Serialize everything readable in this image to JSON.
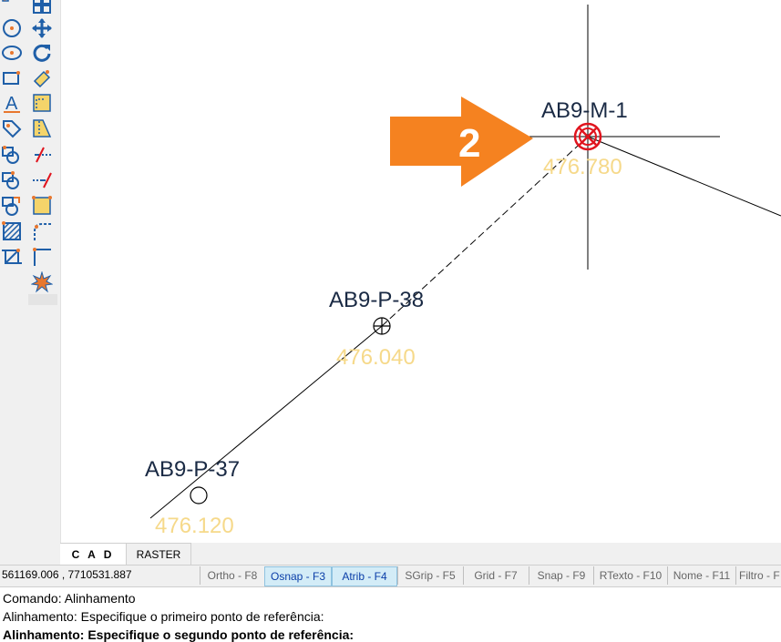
{
  "toolbar": {
    "col1": [
      "circle-point-icon",
      "ellipse-icon",
      "rectangle-icon",
      "text-icon",
      "tag-icon",
      "copy-shapes-icon",
      "move-shapes-icon",
      "rotate-shapes-icon",
      "hatch-icon",
      "crop-icon"
    ],
    "col2": [
      "grid-select-icon",
      "move-icon",
      "rotate-icon",
      "eraser-icon",
      "area-icon",
      "trapezoid-icon",
      "trim-icon",
      "extend-icon",
      "note-icon",
      "fillet-icon",
      "chamfer-icon",
      "explode-icon"
    ],
    "text_glyph": "A"
  },
  "canvas": {
    "points": [
      {
        "name": "AB9-M-1",
        "elevation": "476.780",
        "symbol": "selected-target"
      },
      {
        "name": "AB9-P-38",
        "elevation": "476.040",
        "symbol": "crosshair-circle"
      },
      {
        "name": "AB9-P-37",
        "elevation": "476.120",
        "symbol": "circle"
      }
    ],
    "callout": {
      "number": "2",
      "color": "#f58220"
    },
    "colors": {
      "label": "#1a2a44",
      "elevation": "#f6d98a",
      "selected": "#e0141e"
    }
  },
  "tabs": [
    {
      "label": "C A D",
      "active": true
    },
    {
      "label": "RASTER",
      "active": false
    }
  ],
  "status": {
    "coordinates": "561169.006 , 7710531.887",
    "buttons": [
      {
        "label": "Ortho - F8",
        "on": false
      },
      {
        "label": "Osnap - F3",
        "on": true
      },
      {
        "label": "Atrib - F4",
        "on": true
      },
      {
        "label": "SGrip - F5",
        "on": false
      },
      {
        "label": "Grid - F7",
        "on": false
      },
      {
        "label": "Snap - F9",
        "on": false
      },
      {
        "label": "RTexto - F10",
        "on": false
      },
      {
        "label": "Nome - F11",
        "on": false
      },
      {
        "label": "Filtro - F",
        "on": false
      }
    ]
  },
  "command": {
    "lines": [
      "Comando: Alinhamento",
      "Alinhamento: Especifique o primeiro ponto de referência:",
      "Alinhamento: Especifique o segundo ponto de referência:"
    ]
  }
}
